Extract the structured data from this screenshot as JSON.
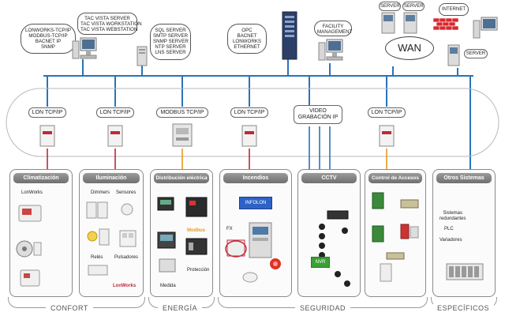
{
  "top": {
    "protocols_bubble": [
      "LONWORKS-TCP/IP",
      "MODBUS-TCP/IP",
      "BACNET IP",
      "SNMP"
    ],
    "tac_bubble": [
      "TAC VISTA SERVER",
      "TAC VISTA WORKSTATION",
      "TAC VISTA WEBSTATION"
    ],
    "servers_bubble": [
      "SQL SERVER",
      "SMTP SERVER",
      "SNMP SERVER",
      "NTP SERVER",
      "LNS SERVER"
    ],
    "opc_bubble": [
      "OPC",
      "BACNET",
      "LONWORKS",
      "ETHERNET"
    ],
    "facility_bubble": [
      "FACILITY",
      "MANAGEMENT"
    ],
    "server_1": "SERVER",
    "server_2": "SERVER",
    "internet": "INTERNET",
    "wan": "WAN",
    "server_3": "SERVER"
  },
  "gateways": {
    "g1": "LON TCP/IP",
    "g2": "LON TCP/IP",
    "g3": "MODBUS TCP/IP",
    "g4": "LON TCP/IP",
    "g5_line1": "VIDEO",
    "g5_line2": "GRABACIÓN IP",
    "g6": "LON TCP/IP"
  },
  "panels": {
    "clima": {
      "title": "Climatización",
      "lonworks": "LonWorks"
    },
    "ilum": {
      "title": "Iluminación",
      "dimmers": "Dimmers",
      "sensores": "Sensores",
      "reles": "Relés",
      "pulsadores": "Pulsadores",
      "lonworks": "LonWorks"
    },
    "elec": {
      "title": "Distribución eléctrica",
      "modbus": "Modbus",
      "proteccion": "Protección",
      "medida": "Medida"
    },
    "incendios": {
      "title": "Incendios",
      "infolon": "INFOLON",
      "fx": "FX"
    },
    "cctv": {
      "title": "CCTV",
      "nvr": "NVR"
    },
    "acceso": {
      "title": "Control de Accesos"
    },
    "otros": {
      "title": "Otros Sistemas",
      "item1_l1": "Sistemas",
      "item1_l2": "redundantes",
      "item2": "PLC",
      "item3": "Variadores"
    }
  },
  "groups": {
    "confort": "CONFORT",
    "energia": "ENERGÍA",
    "seguridad": "SEGURIDAD",
    "especificos": "ESPECÍFICOS"
  },
  "colors": {
    "network": "#2a73b8",
    "lonworks": "#c0283a",
    "modbus": "#e89a1e",
    "cctv_green": "#3aa135",
    "infolon_blue": "#2f62c7"
  }
}
